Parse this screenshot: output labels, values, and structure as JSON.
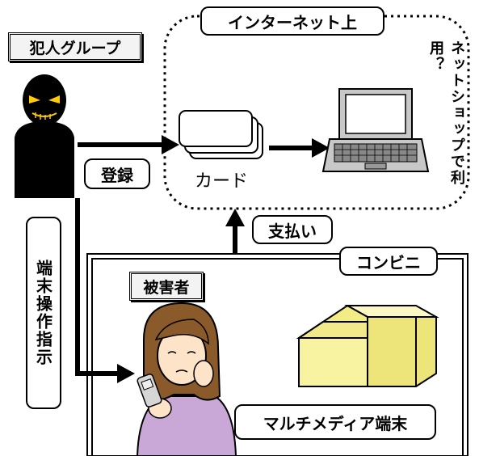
{
  "labels": {
    "criminal_group": "犯人グループ",
    "internet": "インターネット上",
    "net_shop_q": "ネットショップで利用？",
    "card": "カード",
    "register": "登録",
    "payment": "支払い",
    "terminal_instruction": "端末操作指示",
    "convenience_store": "コンビニ",
    "victim": "被害者",
    "multimedia_terminal": "マルチメディア端末"
  },
  "colors": {
    "victim_sweater": "#c9a8d8",
    "victim_hair": "#8a5a2a",
    "terminal_yellow": "#f7f3a0",
    "criminal_eyes": "#ffcc00",
    "laptop_gray": "#c8c8c8"
  }
}
